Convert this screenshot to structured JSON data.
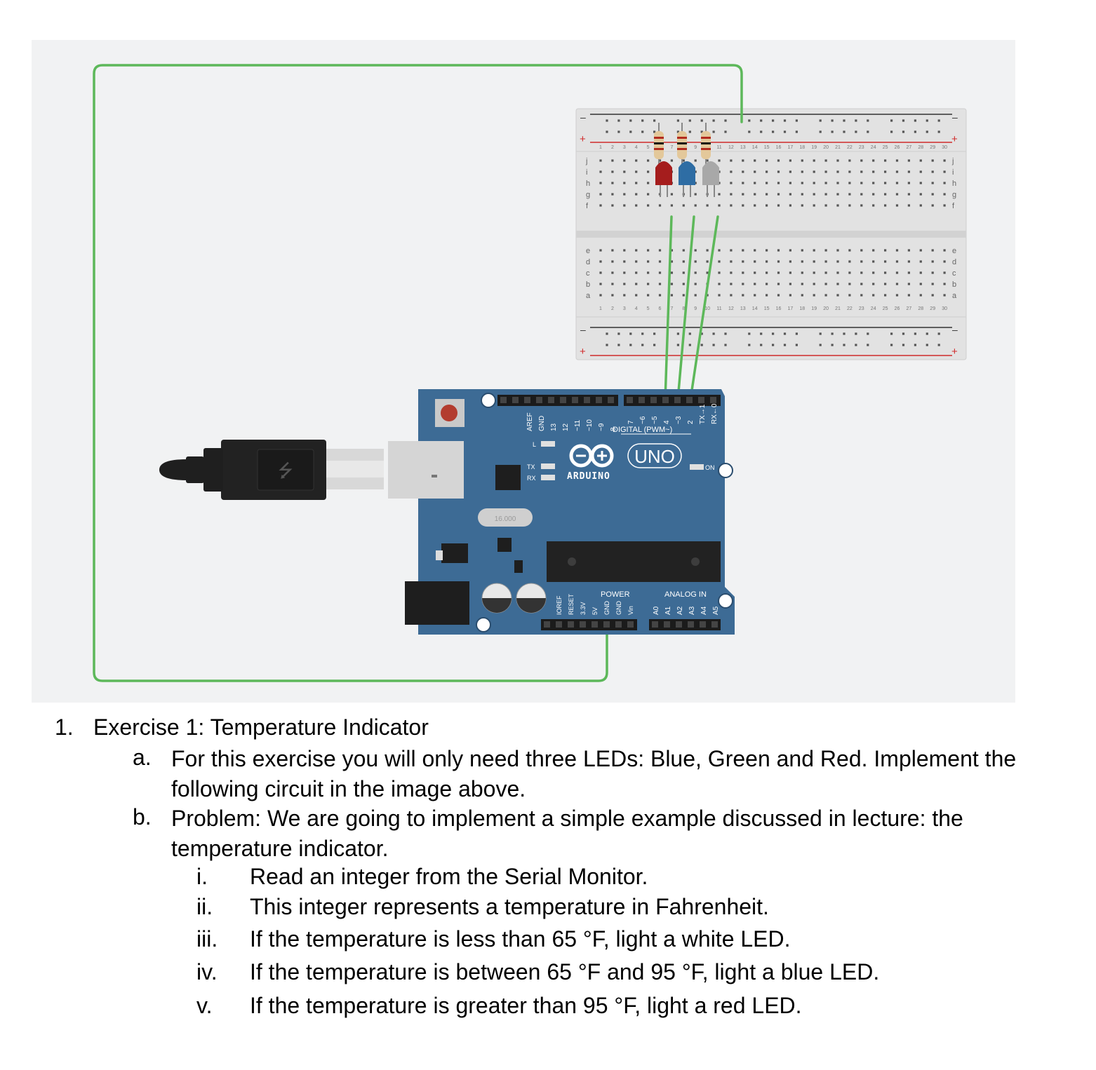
{
  "colors": {
    "wire": "#5db85a",
    "board": "#3d6b95",
    "breadboard": "#e4e4e4",
    "rail_red": "#d02a2a",
    "led_red": "#a51d1d",
    "led_blue": "#2e6da4",
    "led_white": "#a8a8a8"
  },
  "arduino": {
    "model": "UNO",
    "brand": "ARDUINO",
    "digital_header": "DIGITAL (PWM~)",
    "pins_left": [
      "AREF",
      "GND",
      "13",
      "12",
      "~11",
      "~10",
      "~9",
      "8"
    ],
    "pins_right": [
      "7",
      "~6",
      "~5",
      "4",
      "~3",
      "2",
      "TX→1",
      "RX←0"
    ],
    "power_header": "POWER",
    "power_pins": [
      "IOREF",
      "RESET",
      "3.3V",
      "5V",
      "GND",
      "GND",
      "Vin"
    ],
    "analog_header": "ANALOG IN",
    "analog_pins": [
      "A0",
      "A1",
      "A2",
      "A3",
      "A4",
      "A5"
    ],
    "indicators": [
      "L",
      "TX",
      "RX"
    ],
    "on_label": "ON",
    "crystal_label": "16.000"
  },
  "breadboard": {
    "rows_top": [
      "j",
      "i",
      "h",
      "g",
      "f"
    ],
    "rows_bottom": [
      "e",
      "d",
      "c",
      "b",
      "a"
    ],
    "columns": 30,
    "minus": "–",
    "plus": "+"
  },
  "exercise": {
    "number": "1.",
    "title": "Exercise 1: Temperature Indicator",
    "items": [
      {
        "marker": "a.",
        "text": "For this exercise you will only need three LEDs: Blue, Green and Red. Implement the following circuit in the image above."
      },
      {
        "marker": "b.",
        "text": "Problem: We are going to implement a simple example discussed in lecture: the temperature indicator."
      }
    ],
    "subitems": [
      {
        "marker": "i.",
        "text": "Read an integer from the Serial Monitor."
      },
      {
        "marker": "ii.",
        "text": "This integer represents a temperature in Fahrenheit."
      },
      {
        "marker": "iii.",
        "text": "If the temperature is less than 65 °F, light a white LED."
      },
      {
        "marker": "iv.",
        "text": "If the temperature is between 65 °F and 95 °F, light a blue LED."
      },
      {
        "marker": "v.",
        "text": "If the temperature is greater than 95 °F, light a red LED."
      }
    ]
  }
}
